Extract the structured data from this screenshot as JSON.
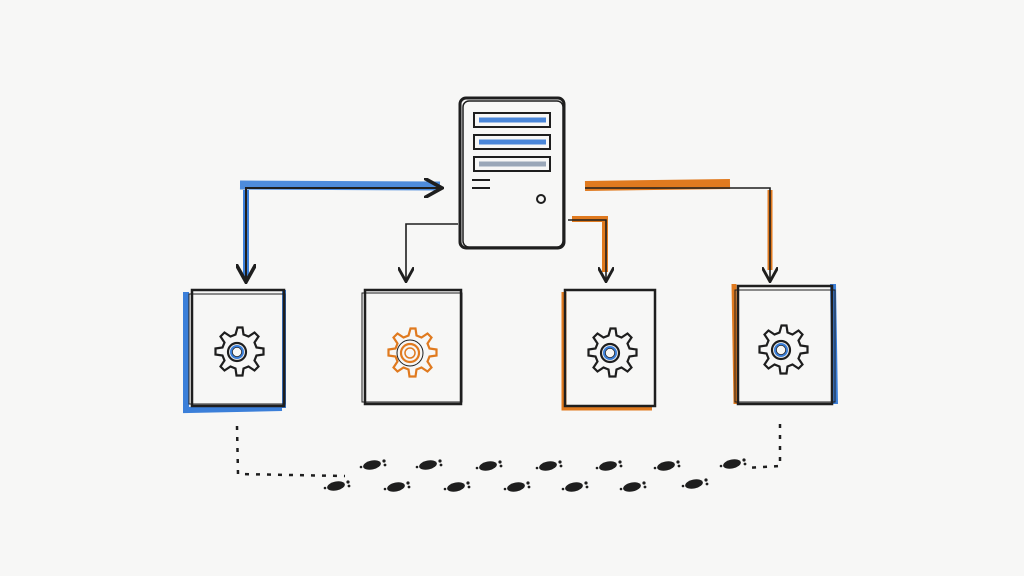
{
  "diagram": {
    "style": "hand-drawn sketch",
    "colors": {
      "background": "#f7f7f6",
      "ink": "#1e1e1e",
      "blue": "#3b7fd9",
      "orange": "#e07a1f",
      "server_bar": "#4a86d8"
    },
    "nodes": [
      {
        "id": "server",
        "icon": "server-icon"
      },
      {
        "id": "worker-1",
        "icon": "gear-icon",
        "highlight": "blue",
        "gear_color": "blue"
      },
      {
        "id": "worker-2",
        "icon": "gear-icon",
        "highlight": "none",
        "gear_color": "orange"
      },
      {
        "id": "worker-3",
        "icon": "gear-icon",
        "highlight": "orange",
        "gear_color": "ink"
      },
      {
        "id": "worker-4",
        "icon": "gear-icon",
        "highlight": "orange-blue",
        "gear_color": "ink"
      }
    ],
    "edges": [
      {
        "from": "worker-1",
        "to": "server",
        "color": "blue"
      },
      {
        "from": "server",
        "to": "worker-2",
        "color": "ink"
      },
      {
        "from": "server",
        "to": "worker-3",
        "color": "orange"
      },
      {
        "from": "server",
        "to": "worker-4",
        "color": "orange"
      }
    ],
    "footprints_icon": "footprints-icon"
  }
}
